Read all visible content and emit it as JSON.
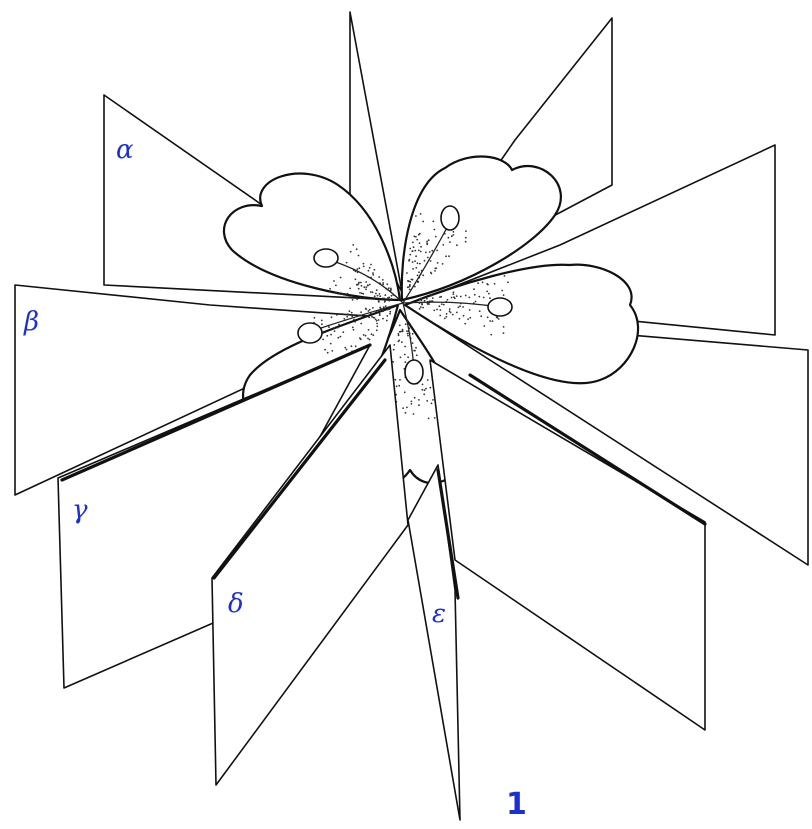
{
  "figure": {
    "label_color": "#1a2fd6",
    "number_color": "#1a2fd6",
    "line_color": "#111111",
    "plane_labels": {
      "alpha": "α",
      "beta": "β",
      "gamma": "γ",
      "delta": "δ",
      "epsilon": "ε"
    },
    "figure_number": "1",
    "petal_count": 5,
    "plane_count": 10
  }
}
